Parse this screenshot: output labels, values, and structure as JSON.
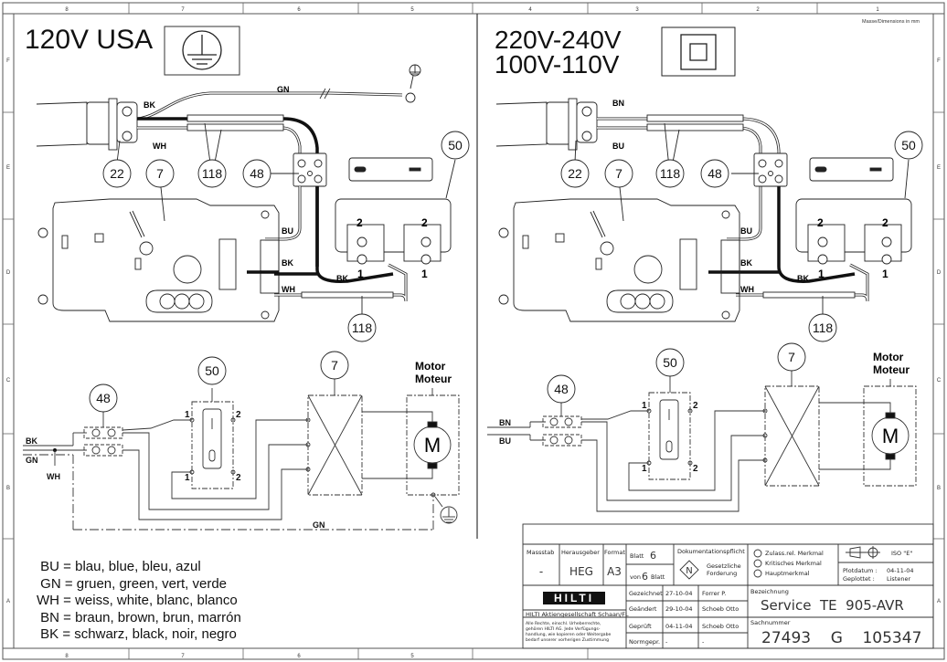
{
  "border": {
    "columns_top": [
      "8",
      "7",
      "6",
      "5",
      "4",
      "3",
      "2",
      "1"
    ],
    "rows_side": [
      "F",
      "E",
      "D",
      "C",
      "B",
      "A"
    ],
    "dimensions_note": "Masse/Dimensions in mm"
  },
  "left_panel": {
    "title": "120V USA",
    "symbol": "protective-earth",
    "wire_labels": {
      "gn": "GN",
      "bk": "BK",
      "wh": "WH",
      "bu": "BU",
      "bk2": "BK",
      "bk3": "BK",
      "wh2": "WH"
    },
    "callouts": [
      "22",
      "7",
      "118",
      "48",
      "50",
      "118"
    ],
    "switch_terminals": [
      "2",
      "2",
      "1",
      "1"
    ],
    "schematic": {
      "inputs": [
        "BK",
        "GN",
        "WH"
      ],
      "callouts": [
        "48",
        "50",
        "7"
      ],
      "switch_pins": [
        "1",
        "2",
        "1",
        "2"
      ],
      "motor_label": [
        "Motor",
        "Moteur"
      ],
      "motor_symbol": "M",
      "ground_label": "GN"
    }
  },
  "right_panel": {
    "title_line1": "220V-240V",
    "title_line2": "100V-110V",
    "symbol": "double-insulation",
    "wire_labels": {
      "bn": "BN",
      "bu": "BU",
      "bu2": "BU",
      "bk": "BK",
      "bk2": "BK",
      "wh": "WH"
    },
    "callouts": [
      "22",
      "7",
      "118",
      "48",
      "50",
      "118"
    ],
    "switch_terminals": [
      "2",
      "2",
      "1",
      "1"
    ],
    "schematic": {
      "inputs": [
        "BN",
        "BU"
      ],
      "callouts": [
        "48",
        "50",
        "7"
      ],
      "switch_pins": [
        "1",
        "2",
        "1",
        "2"
      ],
      "motor_label": [
        "Motor",
        "Moteur"
      ],
      "motor_symbol": "M"
    }
  },
  "legend": [
    " BU = blau, blue, bleu, azul",
    " GN = gruen, green, vert, verde",
    "WH = weiss, white, blanc, blanco",
    " BN = braun, brown, brun, marrón",
    " BK = schwarz, black, noir, negro"
  ],
  "title_block": {
    "massstab_label": "Massstab",
    "massstab_value": "-",
    "herausgeber_label": "Herausgeber",
    "herausgeber_value": "HEG",
    "format_label": "Format",
    "format_value": "A3",
    "blatt_label": "Blatt",
    "blatt_value": "6",
    "von_label": "von",
    "von_value": "6",
    "von_suffix": "Blatt",
    "dokpflicht_label": "Dokumentationspflicht",
    "dok_symbol": "N",
    "dok_text1": "Gesetzliche",
    "dok_text2": "Forderung",
    "merkmal": [
      "Zulass.rel. Merkmal",
      "Kritisches Merkmal",
      "Hauptmerkmal"
    ],
    "iso_label": "ISO \"E\"",
    "plotdatum_label": "Plotdatum :",
    "plotdatum_value": "04-11-04",
    "geplottet_label": "Geplottet :",
    "geplottet_value": "Listener",
    "logo": "HILTI",
    "company": "HILTI Aktiengesellschaft Schaan/FL",
    "rights": [
      "Alle Rechte, einschl. Urheberrechte,",
      "gehören HILTI AG. Jede Verfügungs-",
      "handlung, wie kopieren oder Weitergabe",
      "bedarf unserer vorherigen Zustimmung"
    ],
    "rows": [
      {
        "label": "Gezeichnet",
        "date": "27-10-04",
        "name": "Forrer P."
      },
      {
        "label": "Geändert",
        "date": "29-10-04",
        "name": "Schoeb Otto"
      },
      {
        "label": "Geprüft",
        "date": "04-11-04",
        "name": "Schoeb Otto"
      },
      {
        "label": "Normgepr.",
        "date": "-",
        "name": "-"
      }
    ],
    "bezeichnung_label": "Bezeichnung",
    "bezeichnung_value": "Service  TE  905-AVR",
    "sachnummer_label": "Sachnummer",
    "sachnummer_value": "27493    G    105347"
  }
}
